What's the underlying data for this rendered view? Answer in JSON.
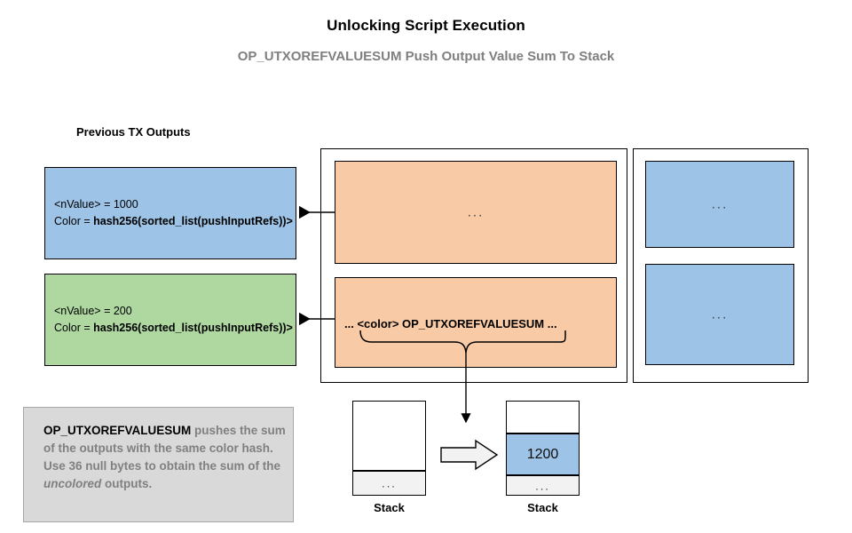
{
  "header": {
    "title": "Unlocking Script Execution",
    "subtitle": "OP_UTXOREFVALUESUM Push Output Value Sum To Stack"
  },
  "labels": {
    "previous_tx_outputs": "Previous TX Outputs"
  },
  "previous_outputs": [
    {
      "id": "output-1",
      "color": "#9dc3e6",
      "nvalue_line": "<nValue> = 1000",
      "color_line_prefix": "Color = ",
      "color_line_bold": "hash256(sorted_list(pushInputRefs))>"
    },
    {
      "id": "output-2",
      "color": "#aed8a0",
      "nvalue_line": "<nValue> = 200",
      "color_line_prefix": "Color = ",
      "color_line_bold": "hash256(sorted_list(pushInputRefs))>"
    }
  ],
  "script_panel": {
    "boxes": [
      {
        "id": "script-box-top",
        "color": "#f8cba6",
        "text": "..."
      },
      {
        "id": "script-box-bottom",
        "color": "#f8cba6",
        "text": "... <color> OP_UTXOREFVALUESUM ..."
      }
    ]
  },
  "output_panel": {
    "boxes": [
      {
        "id": "output-box-top",
        "color": "#9dc3e6",
        "text": "..."
      },
      {
        "id": "output-box-bottom",
        "color": "#9dc3e6",
        "text": "..."
      }
    ]
  },
  "description": {
    "opcode": "OP_UTXOREFVALUESUM",
    "text_part_1": " pushes the sum of the outputs with the same color hash. Use 36 null bytes to obtain the sum of the ",
    "emphasis": "uncolored",
    "text_part_2": " outputs.",
    "background": "#d9d9d9"
  },
  "stacks": {
    "before": {
      "label": "Stack",
      "cells": [
        {
          "value": "",
          "fill": "#ffffff"
        },
        {
          "value": "...",
          "fill": "#f2f2f2"
        }
      ]
    },
    "after": {
      "label": "Stack",
      "cells": [
        {
          "value": "",
          "fill": "#ffffff"
        },
        {
          "value": "1200",
          "fill": "#9dc3e6"
        },
        {
          "value": "...",
          "fill": "#f2f2f2"
        }
      ]
    },
    "transition_arrow": "block-arrow-right"
  },
  "colors": {
    "blue": "#9dc3e6",
    "green": "#aed8a0",
    "orange": "#f8cba6",
    "gray": "#d9d9d9",
    "stack_gray": "#f2f2f2",
    "stroke": "#000000",
    "subtitle_gray": "#7f7f7f"
  }
}
